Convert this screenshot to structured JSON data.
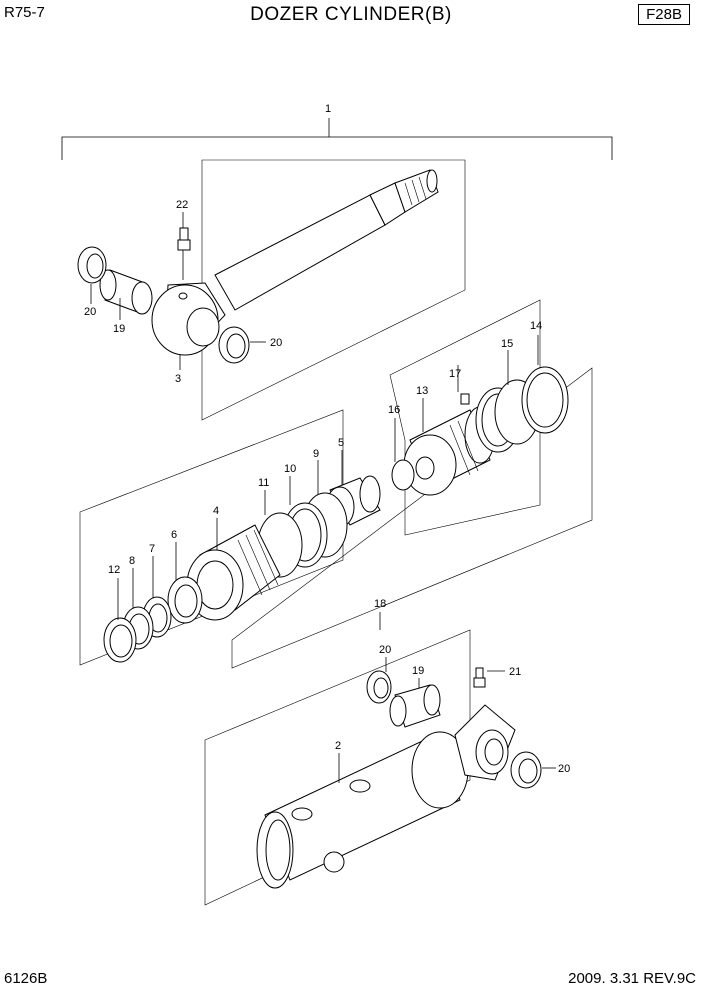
{
  "header": {
    "model": "R75-7",
    "title": "DOZER CYLINDER(B)",
    "page_ref": "F28B"
  },
  "footer": {
    "figure_number": "6126B",
    "revision": "2009. 3.31 REV.9C"
  },
  "callouts": {
    "c1": "1",
    "c22": "22",
    "c20a": "20",
    "c19a": "19",
    "c3": "3",
    "c20b": "20",
    "c14": "14",
    "c15": "15",
    "c17": "17",
    "c13": "13",
    "c16": "16",
    "c5": "5",
    "c9": "9",
    "c10": "10",
    "c11": "11",
    "c4": "4",
    "c6": "6",
    "c7": "7",
    "c8": "8",
    "c12": "12",
    "c18": "18",
    "c20c": "20",
    "c19b": "19",
    "c21": "21",
    "c2": "2",
    "c20d": "20"
  }
}
